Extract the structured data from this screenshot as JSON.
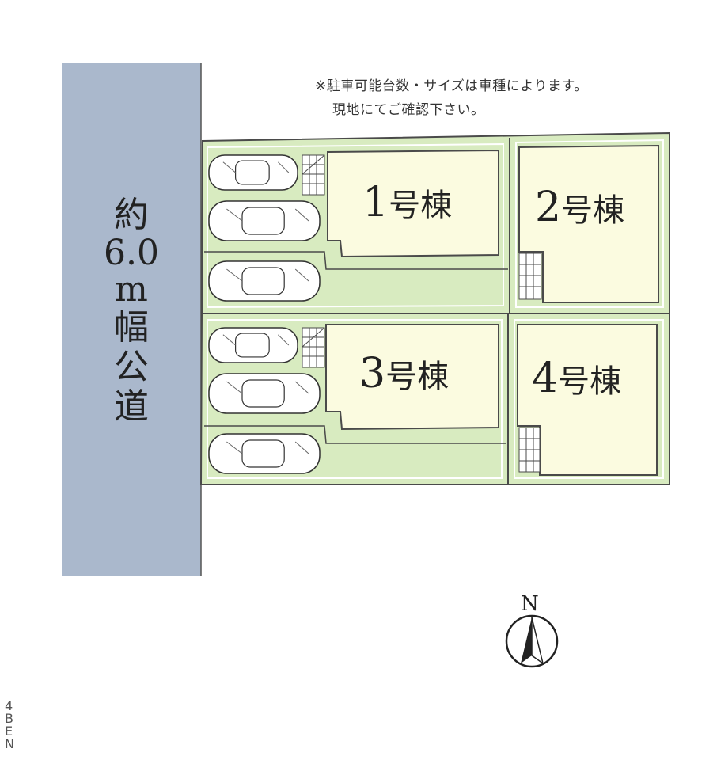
{
  "note": {
    "line1": "※駐車可能台数・サイズは車種によります。",
    "line2": "現地にてご確認下さい。"
  },
  "road": {
    "chars": [
      "約",
      "6.0",
      "m",
      "幅",
      "公",
      "道"
    ]
  },
  "houses": [
    {
      "num": "1",
      "suffix": "号棟"
    },
    {
      "num": "2",
      "suffix": "号棟"
    },
    {
      "num": "3",
      "suffix": "号棟"
    },
    {
      "num": "4",
      "suffix": "号棟"
    }
  ],
  "compass": {
    "label": "N"
  },
  "brand": {
    "chars": [
      "4",
      "B",
      "E",
      "N"
    ]
  },
  "colors": {
    "road": "#aab8cc",
    "lot_green": "#d8ebc0",
    "house_fill": "#fbfbe0",
    "outline": "#4a4a4a"
  }
}
